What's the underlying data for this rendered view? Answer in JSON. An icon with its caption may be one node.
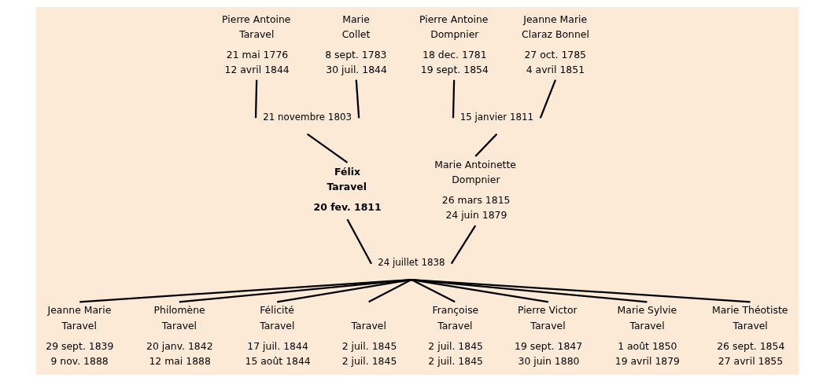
{
  "diagram": {
    "nodes": [
      {
        "text": [
          "Pierre Antoine Taravel",
          "21 mai 1776",
          "12 avril 1844"
        ]
      },
      {
        "text": [
          "Marie Collet",
          "8 sept. 1783",
          "30 juil. 1844"
        ]
      },
      {
        "text": [
          "Pierre Antoine Dompnier",
          "18 dec. 1781",
          "19 sept. 1854"
        ]
      },
      {
        "text": [
          "Jeanne Marie Claraz Bonnel",
          "27 oct. 1785",
          "4 avril 1851"
        ]
      },
      {
        "text": [
          "21 novembre 1803"
        ]
      },
      {
        "text": [
          "15 janvier 1811"
        ]
      },
      {
        "text": [
          "Félix Taravel",
          "20 fev. 1811"
        ]
      },
      {
        "text": [
          "Marie Antoinette Dompnier",
          "26 mars 1815",
          "24 juin 1879"
        ]
      },
      {
        "text": [
          "24 juillet 1838"
        ]
      },
      {
        "text": [
          "Jeanne Marie Taravel",
          "29 sept. 1839",
          "9 nov. 1888"
        ]
      },
      {
        "text": [
          "Philomène Taravel",
          "20 janv. 1842",
          "12 mai 1888"
        ]
      },
      {
        "text": [
          "Félicité Taravel",
          "17 juil. 1844",
          "15 août 1844"
        ]
      },
      {
        "text": [
          "Taravel",
          "2 juil. 1845",
          "2 juil. 1845"
        ]
      },
      {
        "text": [
          "Françoise Taravel",
          "2 juil. 1845",
          "2 juil. 1845"
        ]
      },
      {
        "text": [
          "Pierre Victor Taravel",
          "19 sept. 1847",
          "30 juin 1880"
        ]
      },
      {
        "text": [
          "Marie Sylvie Taravel",
          "1 août 1850",
          "19 avril 1879"
        ]
      },
      {
        "text": [
          "Marie Théotiste Taravel",
          "26 sept. 1854",
          "27 avril 1855"
        ]
      }
    ],
    "edges": [
      {
        "from": 0,
        "to": 4,
        "arrow": "none"
      },
      {
        "from": 1,
        "to": 4,
        "arrow": "none"
      },
      {
        "from": 2,
        "to": 5,
        "arrow": "none"
      },
      {
        "from": 3,
        "to": 5,
        "arrow": "none"
      },
      {
        "from": 4,
        "to": 6,
        "arrow": "none"
      },
      {
        "from": 5,
        "to": 7,
        "arrow": "none"
      },
      {
        "from": 6,
        "to": 8,
        "arrow": "none"
      },
      {
        "from": 7,
        "to": 8,
        "arrow": "none"
      },
      {
        "from": 8,
        "to": 9,
        "arrow": "none"
      },
      {
        "from": 8,
        "to": 10,
        "arrow": "none"
      },
      {
        "from": 8,
        "to": 11,
        "arrow": "none"
      },
      {
        "from": 8,
        "to": 12,
        "arrow": "none"
      },
      {
        "from": 8,
        "to": 13,
        "arrow": "none"
      },
      {
        "from": 8,
        "to": 14,
        "arrow": "none"
      },
      {
        "from": 8,
        "to": 15,
        "arrow": "none"
      },
      {
        "from": 8,
        "to": 16,
        "arrow": "none"
      }
    ]
  }
}
